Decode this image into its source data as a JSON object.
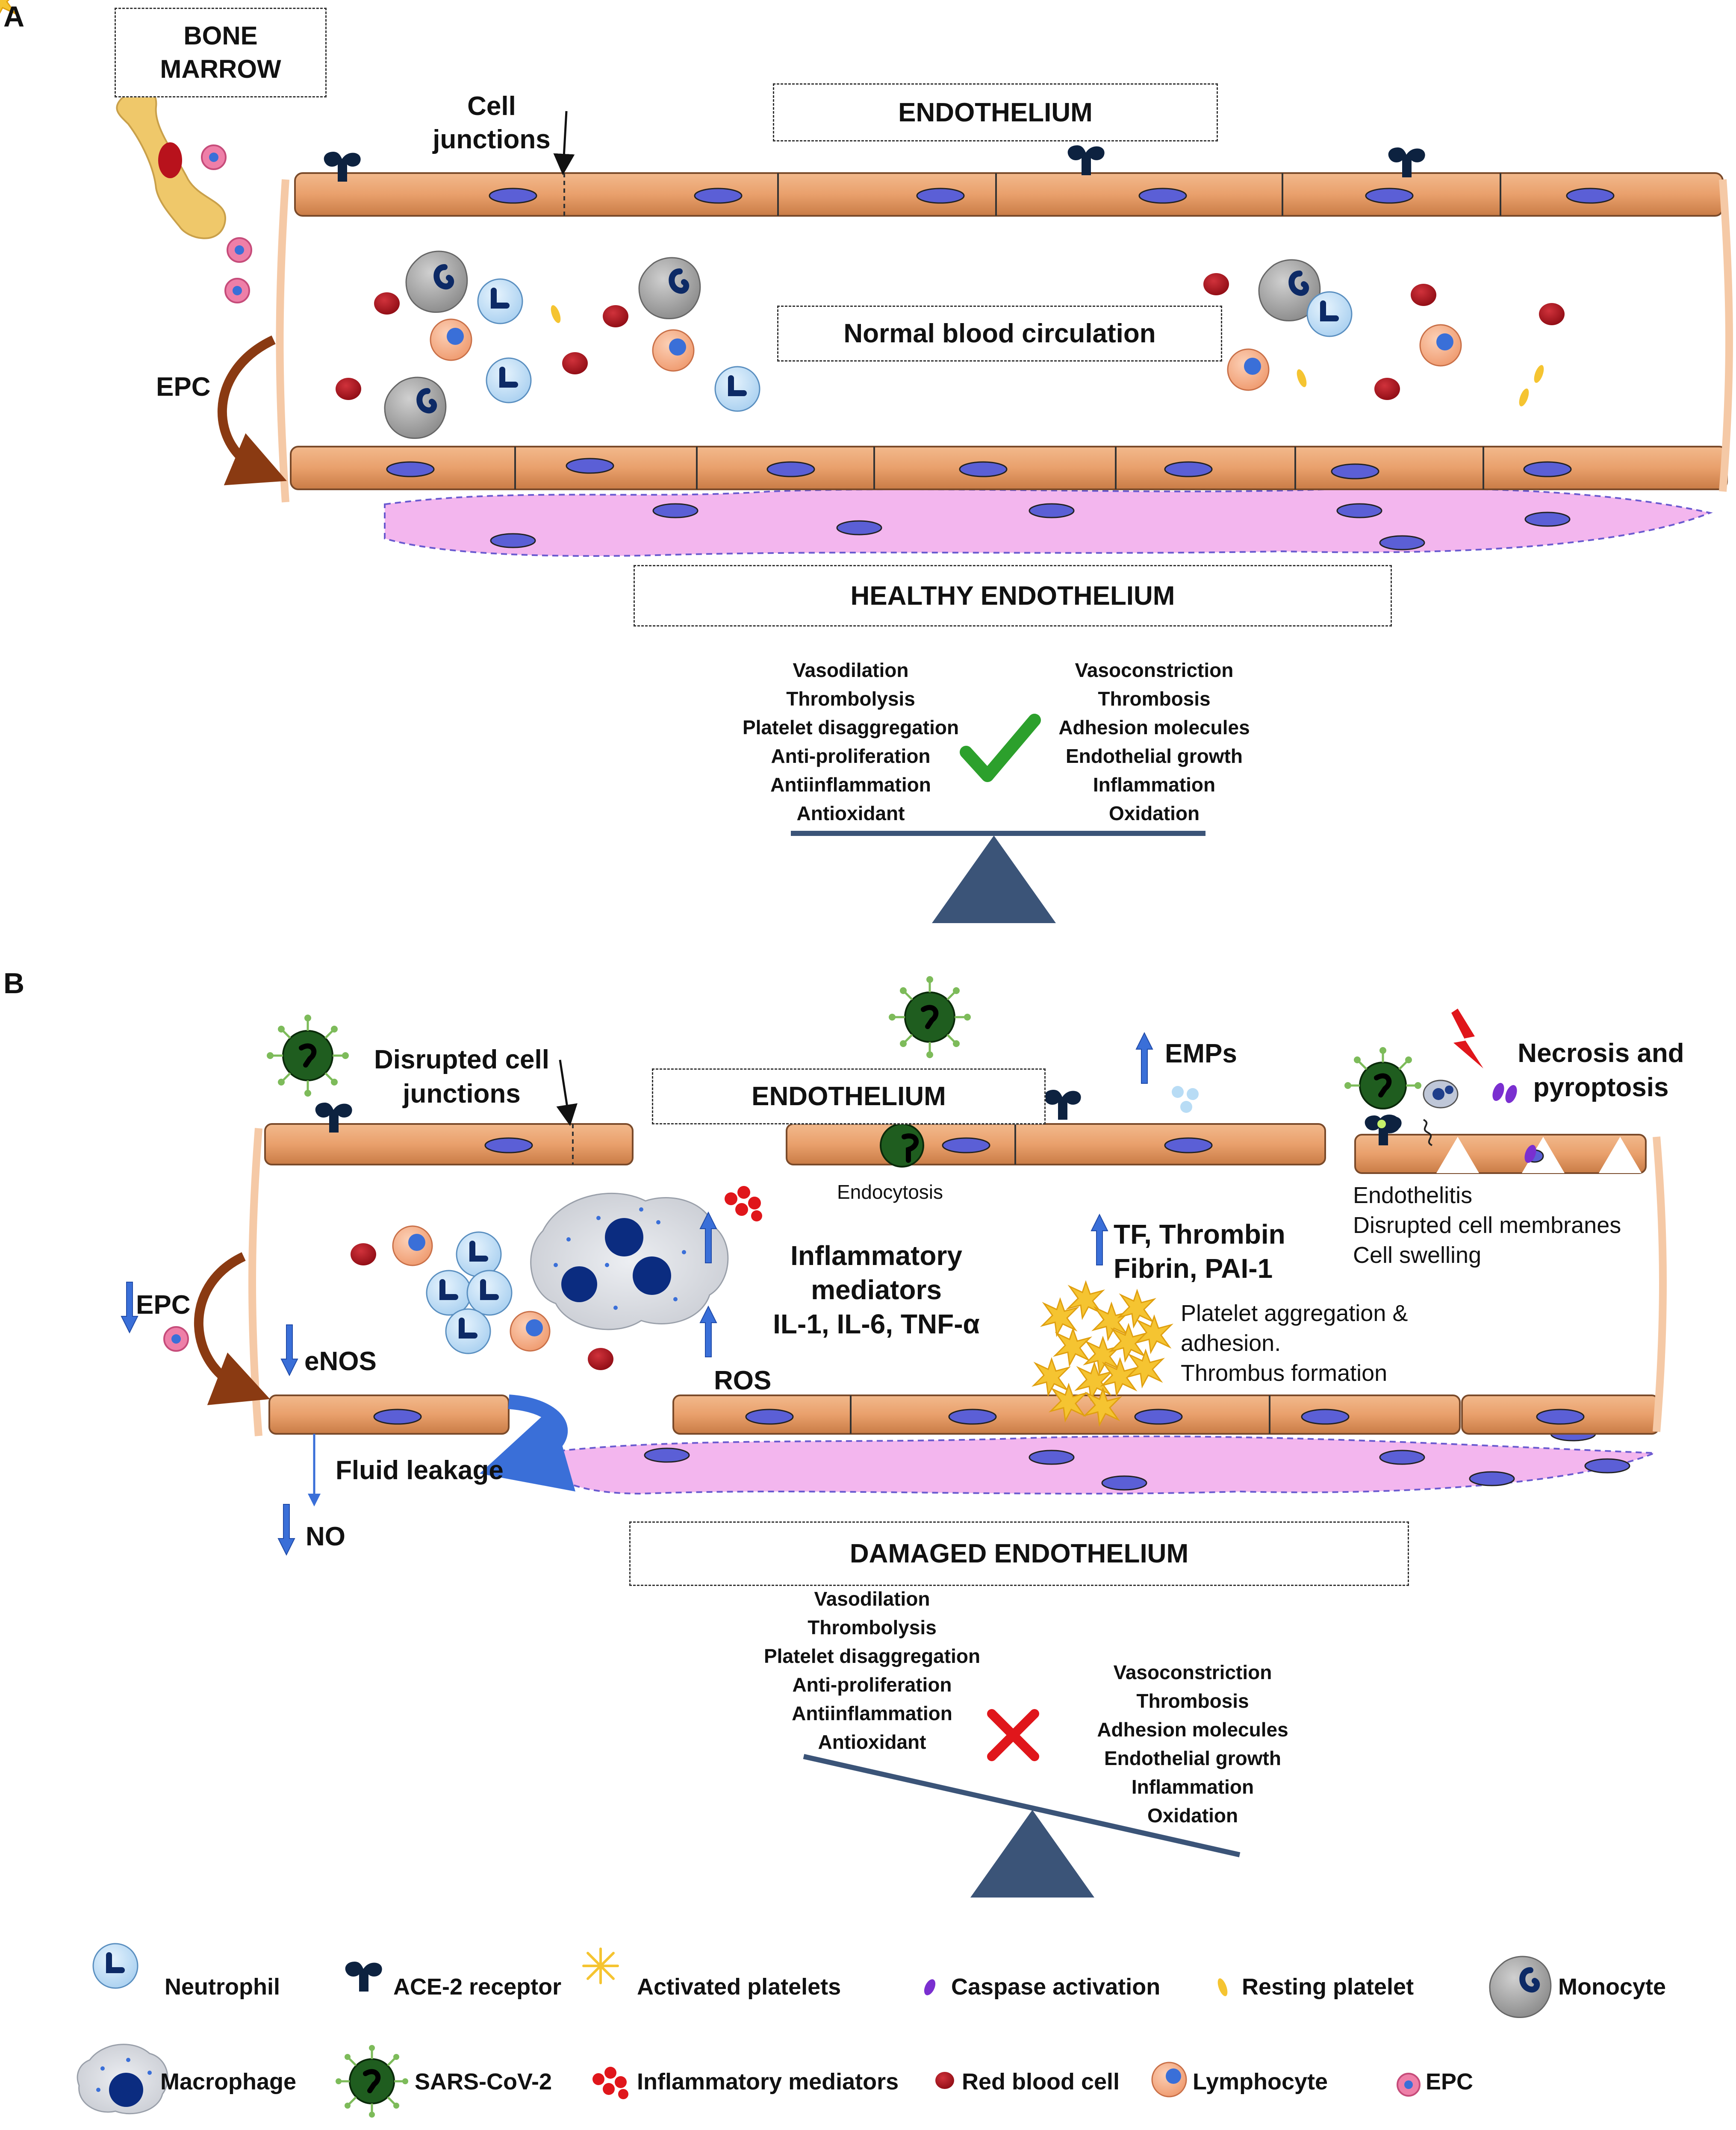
{
  "panels": {
    "a": {
      "letter": "A",
      "bone_marrow": "BONE\nMARROW",
      "cell_junctions": "Cell\njunctions",
      "endothelium": "ENDOTHELIUM",
      "circulation": "Normal blood circulation",
      "epc": "EPC",
      "state": "HEALTHY ENDOTHELIUM",
      "balance_left": [
        "Vasodilation",
        "Thrombolysis",
        "Platelet disaggregation",
        "Anti-proliferation",
        "Antiinflammation",
        "Antioxidant"
      ],
      "balance_right": [
        "Vasoconstriction",
        "Thrombosis",
        "Adhesion molecules",
        "Endothelial growth",
        "Inflammation",
        "Oxidation"
      ],
      "balance_mark": "check"
    },
    "b": {
      "letter": "B",
      "disrupted_junctions": "Disrupted cell\njunctions",
      "endothelium": "ENDOTHELIUM",
      "endocytosis": "Endocytosis",
      "emps": "EMPs",
      "necrosis": "Necrosis and\npyroptosis",
      "endothelitis": "Endothelitis\nDisrupted cell membranes\nCell swelling",
      "epc": "EPC",
      "enos": "eNOS",
      "fluid_leakage": "Fluid leakage",
      "no": "NO",
      "ros": "ROS",
      "inflammatory_mediators": "Inflammatory\nmediators\nIL-1, IL-6, TNF-α",
      "coagulation": "TF, Thrombin\nFibrin, PAI-1",
      "platelet_note": "Platelet aggregation &\nadhesion.\nThrombus formation",
      "state": "DAMAGED ENDOTHELIUM",
      "balance_left": [
        "Vasodilation",
        "Thrombolysis",
        "Platelet disaggregation",
        "Anti-proliferation",
        "Antiinflammation",
        "Antioxidant"
      ],
      "balance_right": [
        "Vasoconstriction",
        "Thrombosis",
        "Adhesion molecules",
        "Endothelial growth",
        "Inflammation",
        "Oxidation"
      ],
      "balance_mark": "cross"
    }
  },
  "legend": [
    {
      "icon": "neutrophil-icon",
      "label": "Neutrophil"
    },
    {
      "icon": "ace2-receptor-icon",
      "label": "ACE-2 receptor"
    },
    {
      "icon": "activated-platelet-icon",
      "label": "Activated platelets"
    },
    {
      "icon": "caspase-icon",
      "label": "Caspase activation"
    },
    {
      "icon": "resting-platelet-icon",
      "label": "Resting platelet"
    },
    {
      "icon": "monocyte-icon",
      "label": "Monocyte"
    },
    {
      "icon": "macrophage-icon",
      "label": "Macrophage"
    },
    {
      "icon": "sars-cov-2-icon",
      "label": "SARS-CoV-2"
    },
    {
      "icon": "inflammatory-mediators-icon",
      "label": "Inflammatory mediators"
    },
    {
      "icon": "red-blood-cell-icon",
      "label": "Red blood cell"
    },
    {
      "icon": "lymphocyte-icon",
      "label": "Lymphocyte"
    },
    {
      "icon": "epc-icon",
      "label": "EPC"
    }
  ],
  "colors": {
    "endothelial_cell": "#e9a06c",
    "nucleus": "#5b5fd6",
    "subendothelium": "#f3b6ee",
    "red_blood_cell": "#b0121c",
    "neutrophil": "#bcdcf5",
    "monocyte": "#9a9a9a",
    "lymphocyte": "#f4a378",
    "epc": "#ee7fa8",
    "platelet": "#f5c431",
    "sars_cov_2": "#1f5d1f",
    "arrow_blue": "#3a6fd8",
    "arrow_brown": "#8a3a12",
    "balance": "#3b5478",
    "check": "#2ca02c",
    "cross": "#e0161b"
  }
}
